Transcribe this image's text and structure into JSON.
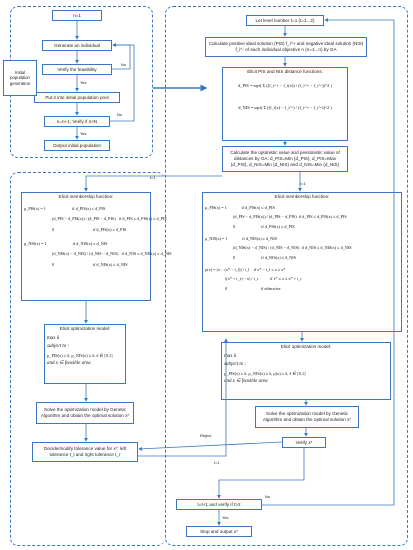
{
  "left_panel": {
    "n_init": "n=1",
    "generate": "Generate an individual",
    "verify": "Verify the feasibility",
    "no1": "No",
    "yes1": "Yes",
    "put_pool": "Put it into initial population pool",
    "n_next": "n=n+1; Verify if n>N",
    "no2": "No",
    "yes2": "Yes",
    "output": "Output initial population",
    "side_label": "Initial population generation"
  },
  "right_top": {
    "level": "Let level number t=1 (t=1...2)",
    "pis_nis": "Calculate positive ideal solution (PIS) f_i^+ and negative ideal solution (NIS) f_i^- of each individual objective n (n=1...n) by GA",
    "distance_title": "Elicit PIS and NIS distance functions:",
    "d_pis": "d_PIS = sqrt( Σ ((f_i^+ − f_i(x)) / (f_i^+ − f_i^-))^2 )",
    "d_nis": "d_NIS = sqrt( Σ ((f_i(x) − f_i^-) / (f_i^+ − f_i^-))^2 )",
    "optimistic": "Calculate the optimistic value and pessimistic value of distances by GA: d_PIS=Min {d_PIS}, d_PIS=Max {d_PIS}, d_NIS=Min {d_NIS} and d_NIS=Min {d_NIS}"
  },
  "branch": {
    "t1_left": "t=1",
    "t1_right": "t=1"
  },
  "left_branch": {
    "membership_title": "Elicit membership function:",
    "mu_pis_1": "μ_PIS(x) = 1                         if d_PIS(x) ≤ d_PIS",
    "mu_pis_2": "(d_PIS − d_PIS(x)) / (d_PIS − d_PIS)   if d_PIS ≤ d_PIS(x) ≤ d_PIS",
    "mu_pis_3": "0                                     if d_PIS(x) ≥ d_PIS",
    "mu_nis_1": "μ_NIS(x) = 1                         if d_NIS(x) ≥ d_NIS",
    "mu_nis_2": "(d_NIS(x) − d_NIS) / (d_NIS − d_NIS)   if d_NIS ≤ d_NIS(x) ≤ d_NIS",
    "mu_nis_3": "0                                     if d_NIS(x) ≤ d_NIS",
    "opt_title": "Elicit optimization model:",
    "opt_1": "max δ",
    "opt_2": "subject to :",
    "opt_3": "μ_PIS(x) ≥ δ, μ_NIS(x) ≥ δ, δ ∈ [0,1]",
    "opt_4": "and x ∈ feasible area",
    "solve": "Solve the optimization model by Genetic Algorithm and obtain the optimal solution x*",
    "decide": "Decide/modify tolerance value for x*: left tolerance t_l and right tolerance t_r"
  },
  "right_branch": {
    "membership_title": "Elicit membership function:",
    "mu_pis_1": "μ_PIS(x) = 1              if d_PIS(x) ≤ d_PIS",
    "mu_pis_2": "(d_PIS − d_PIS(x)) / (d_PIS − d_PIS)  if d_PIS ≤ d_PIS(x) ≤ d_PIS",
    "mu_pis_3": "0                         if d_PIS(x) ≥ d_PIS",
    "mu_nis_1": "μ_NIS(x) = 1              if d_NIS(x) ≥ d_NIS",
    "mu_nis_2": "(d_NIS(x) − d_NIS) / (d_NIS − d_NIS)  if d_NIS ≤ d_NIS(x) ≤ d_NIS",
    "mu_nis_3": "0                         if d_NIS(x) ≤ d_NIS",
    "mu_x_1": "μ(x) = (x − (x* − t_l)) / t_l    if x* − t_l ≤ x ≤ x*",
    "mu_x_2": "((x* + t_r) − x) / t_r           if x* ≤ x ≤ x* + t_r",
    "mu_x_3": "0                                if otherwise",
    "opt_title": "Elicit optimization model:",
    "opt_1": "max δ",
    "opt_2": "subject to :",
    "opt_3": "μ_PIS(x) ≥ δ, μ_NIS(x) ≥ δ, μ(x) ≥ δ, δ ∈ [0,1]",
    "opt_4": "and x ∈ feasible area",
    "solve": "Solve the optimization model by Genetic Algorithm and obtain the optimal solution x*",
    "verify": "Verify x*",
    "reject": "Reject",
    "t1": "t=1"
  },
  "bottom": {
    "t_next": "t=t+1 and verify if t>2",
    "no": "No",
    "yes": "Yes",
    "stop": "Stop and output x*"
  }
}
